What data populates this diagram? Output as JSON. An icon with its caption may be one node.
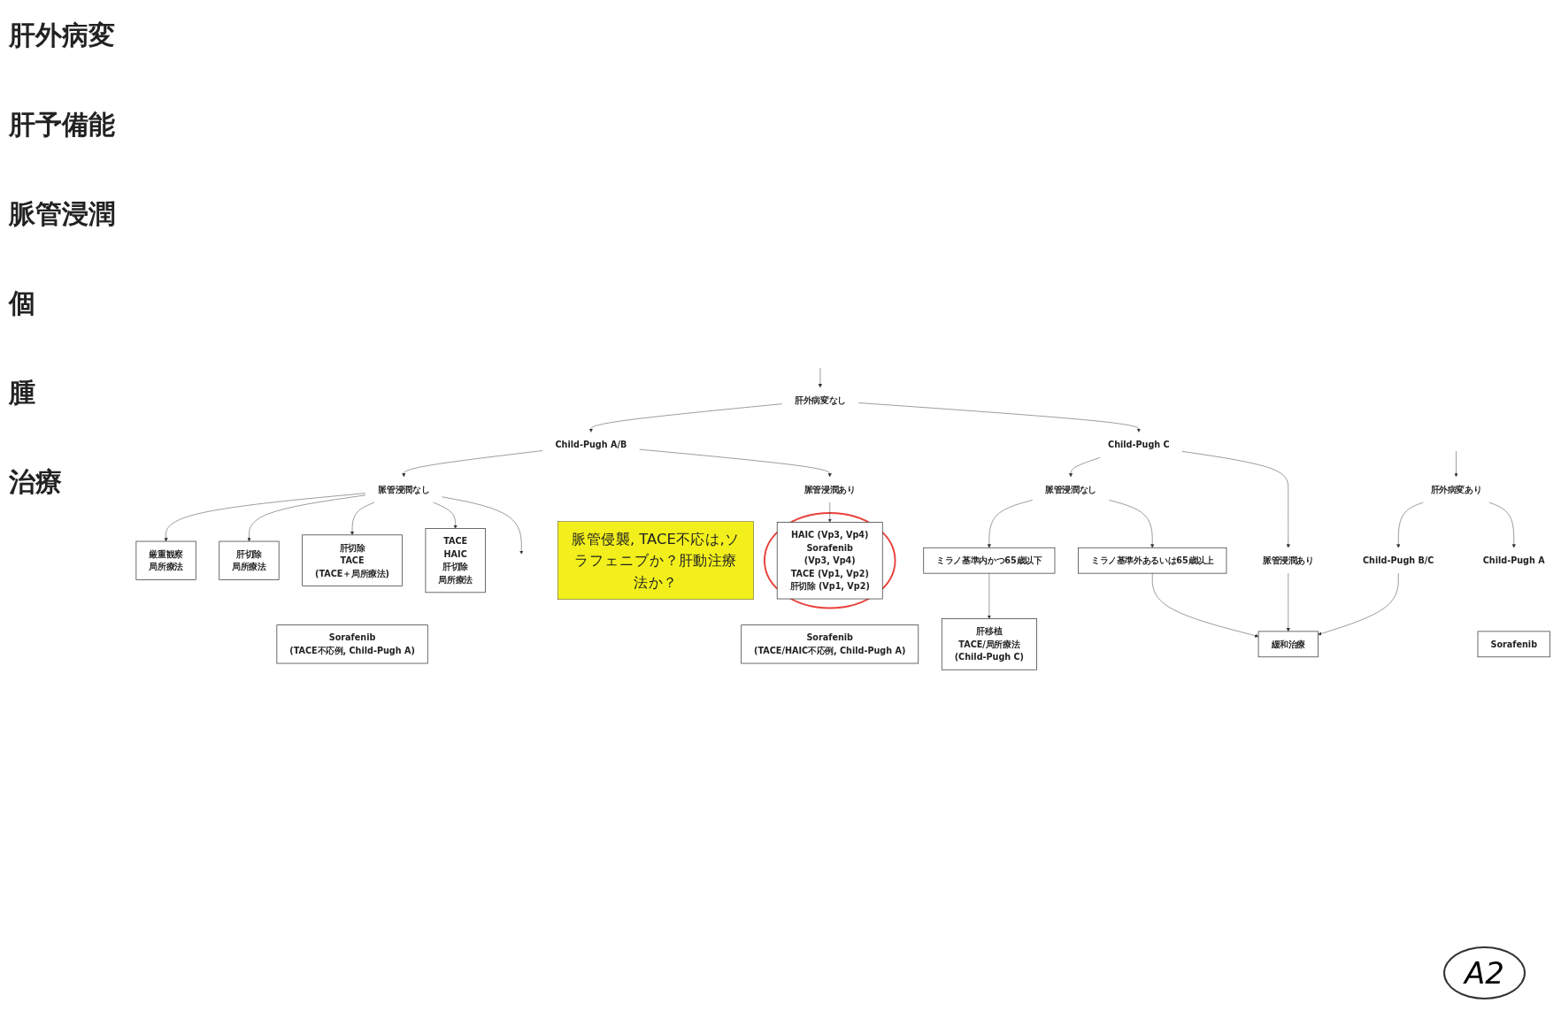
{
  "diagram": {
    "nodes": [
      {
        "text": [
          "肝外病変なし"
        ]
      },
      {
        "text": [
          "肝外病変あり"
        ]
      },
      {
        "text": [
          "Child-Pugh A/B"
        ]
      },
      {
        "text": [
          "Child-Pugh C"
        ]
      },
      {
        "text": [
          "Child-Pugh B/C"
        ]
      },
      {
        "text": [
          "脈管浸潤なし"
        ]
      },
      {
        "text": [
          "脈管浸潤あり"
        ]
      },
      {
        "text": [
          "脈管浸潤なし"
        ]
      },
      {
        "text": [
          "脈管浸潤あり"
        ]
      },
      {
        "text": [
          "脈管侵襲, TACE不応は,ソラフェニブか？肝動注療法か？"
        ]
      },
      {
        "text": [
          "ミラノ基準内かつ65歳以下"
        ]
      },
      {
        "text": [
          "ミラノ基準外あるいは65歳以上"
        ]
      },
      {
        "text": [
          "厳重観察",
          "局所療法"
        ]
      },
      {
        "text": [
          "肝切除",
          "局所療法"
        ]
      },
      {
        "text": [
          "肝切除",
          "TACE",
          "(TACE＋局所療法)"
        ]
      },
      {
        "text": [
          "TACE",
          "HAIC",
          "肝切除",
          "局所療法"
        ]
      },
      {
        "text": [
          "HAIC (Vp3, Vp4)",
          "Sorafenib",
          "(Vp3, Vp4)",
          "TACE (Vp1, Vp2)",
          "肝切除 (Vp1, Vp2)"
        ]
      },
      {
        "text": [
          "肝移植",
          "TACE/局所療法",
          "(Child-Pugh C)"
        ]
      },
      {
        "text": [
          "緩和治療"
        ]
      },
      {
        "text": [
          "Sorafenib",
          "(TACE不応例, Child-Pugh A)"
        ]
      },
      {
        "text": [
          "Sorafenib",
          "(TACE/HAIC不応例, Child-Pugh A)"
        ]
      },
      {
        "text": [
          "Child-Pugh A"
        ]
      },
      {
        "text": [
          "Sorafenib"
        ]
      }
    ],
    "edges": [
      {
        "from": null,
        "to": 0,
        "arrow": "to"
      },
      {
        "from": null,
        "to": 1,
        "arrow": "to"
      },
      {
        "from": 0,
        "to": 2,
        "arrow": "to"
      },
      {
        "from": 0,
        "to": 3,
        "arrow": "to"
      },
      {
        "from": 1,
        "to": 4,
        "arrow": "to"
      },
      {
        "from": 1,
        "to": 21,
        "arrow": "to"
      },
      {
        "from": 2,
        "to": 5,
        "arrow": "to"
      },
      {
        "from": 2,
        "to": 6,
        "arrow": "to"
      },
      {
        "from": 3,
        "to": 7,
        "arrow": "to"
      },
      {
        "from": 3,
        "to": 8,
        "arrow": "to"
      },
      {
        "from": 5,
        "to": 12,
        "arrow": "to"
      },
      {
        "from": 5,
        "to": 13,
        "arrow": "to"
      },
      {
        "from": 5,
        "to": 14,
        "arrow": "to"
      },
      {
        "from": 5,
        "to": 15,
        "arrow": "to"
      },
      {
        "from": 5,
        "to": null,
        "arrow": "to"
      },
      {
        "from": 6,
        "to": 16,
        "arrow": "to"
      },
      {
        "from": 7,
        "to": 10,
        "arrow": "to"
      },
      {
        "from": 7,
        "to": 11,
        "arrow": "to"
      },
      {
        "from": 10,
        "to": 17,
        "arrow": "to"
      },
      {
        "from": 11,
        "to": 18,
        "arrow": "to"
      },
      {
        "from": 8,
        "to": 18,
        "arrow": "to"
      },
      {
        "from": 4,
        "to": 18,
        "arrow": "to"
      }
    ],
    "labels": [
      "肝外病変",
      "肝予備能",
      "脈管浸潤",
      "個",
      "腫",
      "治療",
      "A2"
    ]
  }
}
